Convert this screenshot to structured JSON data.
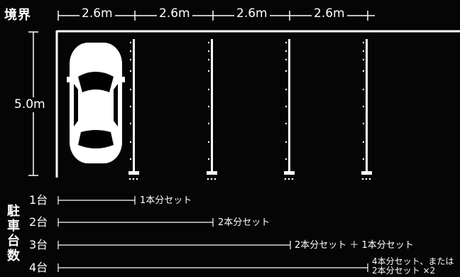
{
  "labels": {
    "boundary": "境界",
    "width_dims": [
      "2.6m",
      "2.6m",
      "2.6m",
      "2.6m"
    ],
    "depth": "5.0m",
    "vertical_title": "駐車台数"
  },
  "rows": [
    {
      "count": "1台",
      "desc": "1本分セット"
    },
    {
      "count": "2台",
      "desc": "2本分セット"
    },
    {
      "count": "3台",
      "desc": "2本分セット ＋ 1本分セット"
    },
    {
      "count": "4台",
      "desc_lines": [
        "4本分セット、または",
        "2本分セット ×2"
      ]
    }
  ]
}
